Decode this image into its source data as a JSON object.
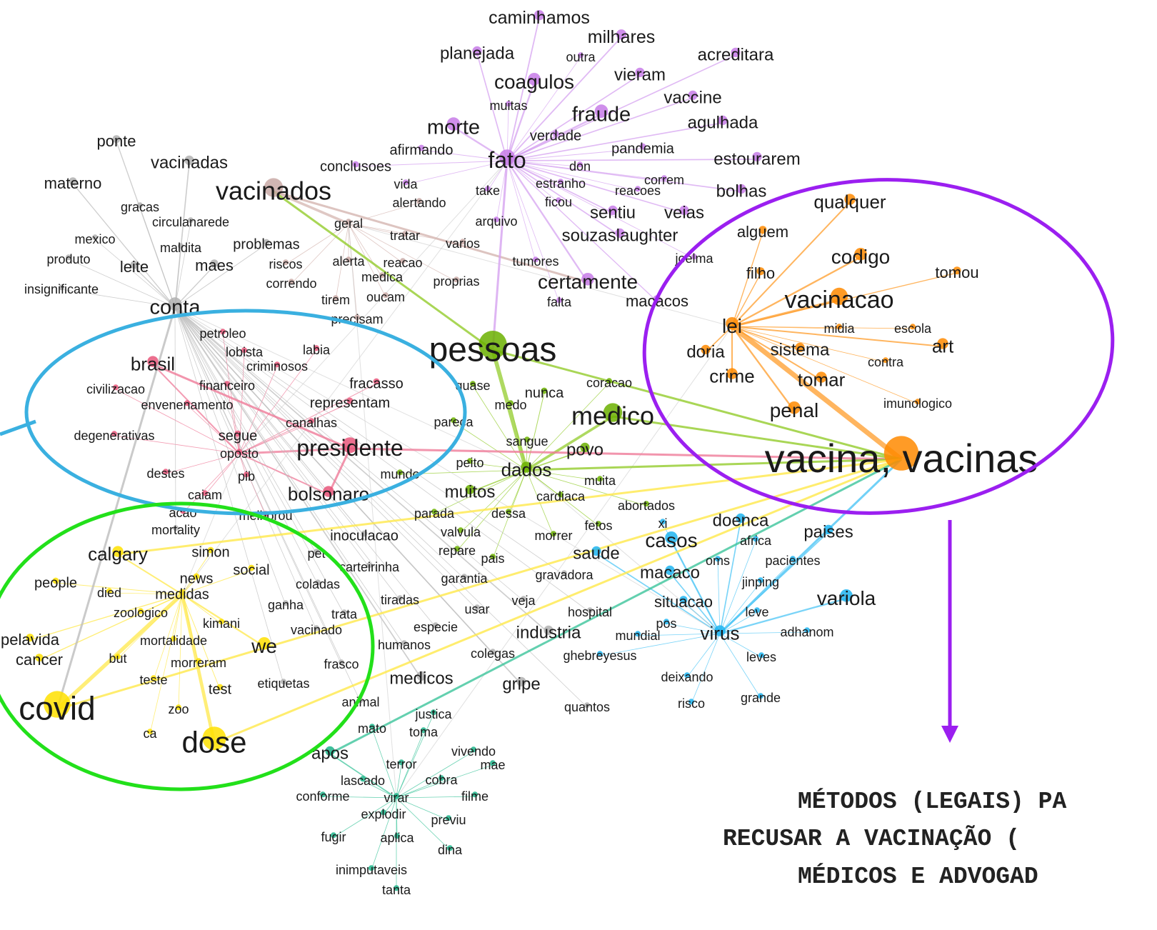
{
  "clusters": {
    "purple": {
      "color": "#c77be8",
      "edge": "#d6a3f0"
    },
    "gray": {
      "color": "#b0b0b0",
      "edge": "#bdbdbd"
    },
    "brown": {
      "color": "#c9a9a6",
      "edge": "#d4b5b0"
    },
    "pink": {
      "color": "#e8567a",
      "edge": "#ef7a98"
    },
    "green": {
      "color": "#6bb000",
      "edge": "#93cc2c"
    },
    "orange": {
      "color": "#ff8a00",
      "edge": "#ff9c2a"
    },
    "yellow": {
      "color": "#ffe100",
      "edge": "#ffe84a"
    },
    "blue": {
      "color": "#1eb4f0",
      "edge": "#4ec6f5"
    },
    "teal": {
      "color": "#1db48a",
      "edge": "#3cc49b"
    }
  },
  "hubs": {
    "purple": "fato",
    "gray": "conta",
    "brown": "geral",
    "pink": "oposto",
    "green": "dados",
    "orange": "lei",
    "yellow": "medidas",
    "blue": "virus",
    "teal": "virar"
  },
  "nodes": [
    {
      "label": "caminhamos",
      "cluster": "purple",
      "size": 25
    },
    {
      "label": "milhares",
      "cluster": "purple",
      "size": 25
    },
    {
      "label": "planejada",
      "cluster": "purple",
      "size": 24
    },
    {
      "label": "outra",
      "cluster": "purple",
      "size": 18
    },
    {
      "label": "acreditara",
      "cluster": "purple",
      "size": 24
    },
    {
      "label": "coagulos",
      "cluster": "purple",
      "size": 28
    },
    {
      "label": "vieram",
      "cluster": "purple",
      "size": 24
    },
    {
      "label": "muitas",
      "cluster": "purple",
      "size": 18
    },
    {
      "label": "vaccine",
      "cluster": "purple",
      "size": 24
    },
    {
      "label": "fraude",
      "cluster": "purple",
      "size": 29
    },
    {
      "label": "morte",
      "cluster": "purple",
      "size": 29
    },
    {
      "label": "verdade",
      "cluster": "purple",
      "size": 20
    },
    {
      "label": "agulhada",
      "cluster": "purple",
      "size": 24
    },
    {
      "label": "afirmando",
      "cluster": "purple",
      "size": 20
    },
    {
      "label": "pandemia",
      "cluster": "purple",
      "size": 20
    },
    {
      "label": "fato",
      "cluster": "purple",
      "size": 32
    },
    {
      "label": "estourarem",
      "cluster": "purple",
      "size": 24
    },
    {
      "label": "conclusoes",
      "cluster": "purple",
      "size": 20
    },
    {
      "label": "don",
      "cluster": "purple",
      "size": 18
    },
    {
      "label": "vida",
      "cluster": "purple",
      "size": 18
    },
    {
      "label": "correm",
      "cluster": "purple",
      "size": 18
    },
    {
      "label": "estranho",
      "cluster": "purple",
      "size": 18
    },
    {
      "label": "reacoes",
      "cluster": "purple",
      "size": 18
    },
    {
      "label": "take",
      "cluster": "purple",
      "size": 18
    },
    {
      "label": "bolhas",
      "cluster": "purple",
      "size": 24
    },
    {
      "label": "ficou",
      "cluster": "purple",
      "size": 18
    },
    {
      "label": "sentiu",
      "cluster": "purple",
      "size": 24
    },
    {
      "label": "veias",
      "cluster": "purple",
      "size": 24
    },
    {
      "label": "arquivo",
      "cluster": "purple",
      "size": 18
    },
    {
      "label": "souzaslaughter",
      "cluster": "purple",
      "size": 24
    },
    {
      "label": "tumores",
      "cluster": "purple",
      "size": 18
    },
    {
      "label": "certamente",
      "cluster": "purple",
      "size": 28
    },
    {
      "label": "joelma",
      "cluster": "purple",
      "size": 18
    },
    {
      "label": "falta",
      "cluster": "purple",
      "size": 18
    },
    {
      "label": "macacos",
      "cluster": "purple",
      "size": 22
    },
    {
      "label": "ponte",
      "cluster": "gray",
      "size": 22
    },
    {
      "label": "vacinadas",
      "cluster": "gray",
      "size": 24
    },
    {
      "label": "materno",
      "cluster": "gray",
      "size": 22
    },
    {
      "label": "gracas",
      "cluster": "gray",
      "size": 18
    },
    {
      "label": "circulanarede",
      "cluster": "gray",
      "size": 18
    },
    {
      "label": "mexico",
      "cluster": "gray",
      "size": 18
    },
    {
      "label": "maldita",
      "cluster": "gray",
      "size": 18
    },
    {
      "label": "problemas",
      "cluster": "gray",
      "size": 20
    },
    {
      "label": "produto",
      "cluster": "gray",
      "size": 18
    },
    {
      "label": "leite",
      "cluster": "gray",
      "size": 22
    },
    {
      "label": "maes",
      "cluster": "gray",
      "size": 22
    },
    {
      "label": "insignificante",
      "cluster": "gray",
      "size": 18
    },
    {
      "label": "conta",
      "cluster": "gray",
      "size": 29
    },
    {
      "label": "vacinados",
      "cluster": "brown",
      "size": 36
    },
    {
      "label": "alertando",
      "cluster": "brown",
      "size": 18
    },
    {
      "label": "geral",
      "cluster": "brown",
      "size": 18
    },
    {
      "label": "tratar",
      "cluster": "brown",
      "size": 18
    },
    {
      "label": "varios",
      "cluster": "brown",
      "size": 18
    },
    {
      "label": "riscos",
      "cluster": "brown",
      "size": 18
    },
    {
      "label": "alerta",
      "cluster": "brown",
      "size": 18
    },
    {
      "label": "reacao",
      "cluster": "brown",
      "size": 18
    },
    {
      "label": "correndo",
      "cluster": "brown",
      "size": 18
    },
    {
      "label": "medica",
      "cluster": "brown",
      "size": 18
    },
    {
      "label": "proprias",
      "cluster": "brown",
      "size": 18
    },
    {
      "label": "tirem",
      "cluster": "brown",
      "size": 18
    },
    {
      "label": "oucam",
      "cluster": "brown",
      "size": 18
    },
    {
      "label": "precisam",
      "cluster": "brown",
      "size": 18
    },
    {
      "label": "petroleo",
      "cluster": "pink",
      "size": 18
    },
    {
      "label": "lobista",
      "cluster": "pink",
      "size": 18
    },
    {
      "label": "labia",
      "cluster": "pink",
      "size": 18
    },
    {
      "label": "brasil",
      "cluster": "pink",
      "size": 26
    },
    {
      "label": "criminosos",
      "cluster": "pink",
      "size": 18
    },
    {
      "label": "fracasso",
      "cluster": "pink",
      "size": 20
    },
    {
      "label": "civilizacao",
      "cluster": "pink",
      "size": 18
    },
    {
      "label": "financeiro",
      "cluster": "pink",
      "size": 18
    },
    {
      "label": "envenenamento",
      "cluster": "pink",
      "size": 18
    },
    {
      "label": "representam",
      "cluster": "pink",
      "size": 20
    },
    {
      "label": "canalhas",
      "cluster": "pink",
      "size": 18
    },
    {
      "label": "degenerativas",
      "cluster": "pink",
      "size": 18
    },
    {
      "label": "segue",
      "cluster": "pink",
      "size": 20
    },
    {
      "label": "oposto",
      "cluster": "pink",
      "size": 18
    },
    {
      "label": "presidente",
      "cluster": "pink",
      "size": 32
    },
    {
      "label": "destes",
      "cluster": "pink",
      "size": 18
    },
    {
      "label": "pib",
      "cluster": "pink",
      "size": 18
    },
    {
      "label": "caiam",
      "cluster": "pink",
      "size": 18
    },
    {
      "label": "bolsonaro",
      "cluster": "pink",
      "size": 26
    },
    {
      "label": "acao",
      "cluster": "pink",
      "size": 18
    },
    {
      "label": "melhorou",
      "cluster": "pink",
      "size": 18
    },
    {
      "label": "mortality",
      "cluster": "gray",
      "size": 18
    },
    {
      "label": "pessoas",
      "cluster": "green",
      "size": 48
    },
    {
      "label": "quase",
      "cluster": "green",
      "size": 18
    },
    {
      "label": "nunca",
      "cluster": "green",
      "size": 20
    },
    {
      "label": "coracao",
      "cluster": "green",
      "size": 18
    },
    {
      "label": "medo",
      "cluster": "green",
      "size": 18
    },
    {
      "label": "pareca",
      "cluster": "green",
      "size": 18
    },
    {
      "label": "medico",
      "cluster": "green",
      "size": 36
    },
    {
      "label": "sangue",
      "cluster": "green",
      "size": 18
    },
    {
      "label": "povo",
      "cluster": "green",
      "size": 24
    },
    {
      "label": "peito",
      "cluster": "green",
      "size": 18
    },
    {
      "label": "mundo",
      "cluster": "green",
      "size": 18
    },
    {
      "label": "dados",
      "cluster": "green",
      "size": 26
    },
    {
      "label": "muita",
      "cluster": "green",
      "size": 18
    },
    {
      "label": "muitos",
      "cluster": "green",
      "size": 24
    },
    {
      "label": "cardiaca",
      "cluster": "green",
      "size": 18
    },
    {
      "label": "parada",
      "cluster": "green",
      "size": 18
    },
    {
      "label": "dessa",
      "cluster": "green",
      "size": 18
    },
    {
      "label": "abortados",
      "cluster": "green",
      "size": 18
    },
    {
      "label": "valvula",
      "cluster": "green",
      "size": 18
    },
    {
      "label": "fetos",
      "cluster": "green",
      "size": 18
    },
    {
      "label": "morrer",
      "cluster": "green",
      "size": 18
    },
    {
      "label": "repare",
      "cluster": "green",
      "size": 18
    },
    {
      "label": "pais",
      "cluster": "green",
      "size": 18
    },
    {
      "label": "inoculacao",
      "cluster": "gray",
      "size": 20
    },
    {
      "label": "qualquer",
      "cluster": "orange",
      "size": 26
    },
    {
      "label": "alguem",
      "cluster": "orange",
      "size": 22
    },
    {
      "label": "codigo",
      "cluster": "orange",
      "size": 28
    },
    {
      "label": "tomou",
      "cluster": "orange",
      "size": 22
    },
    {
      "label": "filho",
      "cluster": "orange",
      "size": 22
    },
    {
      "label": "vacinacao",
      "cluster": "orange",
      "size": 34
    },
    {
      "label": "lei",
      "cluster": "orange",
      "size": 28
    },
    {
      "label": "midia",
      "cluster": "orange",
      "size": 18
    },
    {
      "label": "escola",
      "cluster": "orange",
      "size": 18
    },
    {
      "label": "doria",
      "cluster": "orange",
      "size": 24
    },
    {
      "label": "sistema",
      "cluster": "orange",
      "size": 24
    },
    {
      "label": "art",
      "cluster": "orange",
      "size": 26
    },
    {
      "label": "contra",
      "cluster": "orange",
      "size": 18
    },
    {
      "label": "crime",
      "cluster": "orange",
      "size": 26
    },
    {
      "label": "tomar",
      "cluster": "orange",
      "size": 26
    },
    {
      "label": "imunologico",
      "cluster": "orange",
      "size": 18
    },
    {
      "label": "penal",
      "cluster": "orange",
      "size": 28
    },
    {
      "label": "vacina, vacinas",
      "cluster": "orange",
      "size": 56
    },
    {
      "label": "calgary",
      "cluster": "yellow",
      "size": 26
    },
    {
      "label": "simon",
      "cluster": "yellow",
      "size": 20
    },
    {
      "label": "people",
      "cluster": "yellow",
      "size": 20
    },
    {
      "label": "news",
      "cluster": "yellow",
      "size": 20
    },
    {
      "label": "social",
      "cluster": "yellow",
      "size": 20
    },
    {
      "label": "died",
      "cluster": "yellow",
      "size": 18
    },
    {
      "label": "medidas",
      "cluster": "yellow",
      "size": 20
    },
    {
      "label": "zoologico",
      "cluster": "yellow",
      "size": 18
    },
    {
      "label": "kimani",
      "cluster": "yellow",
      "size": 18
    },
    {
      "label": "pelavida",
      "cluster": "yellow",
      "size": 22
    },
    {
      "label": "mortalidade",
      "cluster": "yellow",
      "size": 18
    },
    {
      "label": "we",
      "cluster": "yellow",
      "size": 28
    },
    {
      "label": "cancer",
      "cluster": "yellow",
      "size": 22
    },
    {
      "label": "but",
      "cluster": "yellow",
      "size": 18
    },
    {
      "label": "morreram",
      "cluster": "yellow",
      "size": 18
    },
    {
      "label": "teste",
      "cluster": "yellow",
      "size": 18
    },
    {
      "label": "test",
      "cluster": "yellow",
      "size": 20
    },
    {
      "label": "covid",
      "cluster": "yellow",
      "size": 46
    },
    {
      "label": "zoo",
      "cluster": "yellow",
      "size": 18
    },
    {
      "label": "ca",
      "cluster": "yellow",
      "size": 18
    },
    {
      "label": "dose",
      "cluster": "yellow",
      "size": 42
    },
    {
      "label": "pet",
      "cluster": "gray",
      "size": 18
    },
    {
      "label": "carteirinha",
      "cluster": "gray",
      "size": 18
    },
    {
      "label": "garantia",
      "cluster": "gray",
      "size": 18
    },
    {
      "label": "coladas",
      "cluster": "gray",
      "size": 18
    },
    {
      "label": "gravadora",
      "cluster": "gray",
      "size": 18
    },
    {
      "label": "tiradas",
      "cluster": "gray",
      "size": 18
    },
    {
      "label": "ganha",
      "cluster": "gray",
      "size": 18
    },
    {
      "label": "usar",
      "cluster": "gray",
      "size": 18
    },
    {
      "label": "veja",
      "cluster": "gray",
      "size": 18
    },
    {
      "label": "hospital",
      "cluster": "gray",
      "size": 18
    },
    {
      "label": "trata",
      "cluster": "gray",
      "size": 18
    },
    {
      "label": "vacinado",
      "cluster": "gray",
      "size": 18
    },
    {
      "label": "especie",
      "cluster": "gray",
      "size": 18
    },
    {
      "label": "industria",
      "cluster": "gray",
      "size": 24
    },
    {
      "label": "humanos",
      "cluster": "gray",
      "size": 18
    },
    {
      "label": "colegas",
      "cluster": "gray",
      "size": 18
    },
    {
      "label": "frasco",
      "cluster": "gray",
      "size": 18
    },
    {
      "label": "etiquetas",
      "cluster": "gray",
      "size": 18
    },
    {
      "label": "medicos",
      "cluster": "gray",
      "size": 24
    },
    {
      "label": "gripe",
      "cluster": "gray",
      "size": 24
    },
    {
      "label": "animal",
      "cluster": "gray",
      "size": 18
    },
    {
      "label": "quantos",
      "cluster": "gray",
      "size": 18
    },
    {
      "label": "saude",
      "cluster": "blue",
      "size": 24
    },
    {
      "label": "doenca",
      "cluster": "blue",
      "size": 24
    },
    {
      "label": "xi",
      "cluster": "blue",
      "size": 18
    },
    {
      "label": "casos",
      "cluster": "blue",
      "size": 28
    },
    {
      "label": "africa",
      "cluster": "blue",
      "size": 18
    },
    {
      "label": "paises",
      "cluster": "blue",
      "size": 24
    },
    {
      "label": "oms",
      "cluster": "blue",
      "size": 18
    },
    {
      "label": "pacientes",
      "cluster": "blue",
      "size": 18
    },
    {
      "label": "macaco",
      "cluster": "blue",
      "size": 24
    },
    {
      "label": "jinping",
      "cluster": "blue",
      "size": 18
    },
    {
      "label": "variola",
      "cluster": "blue",
      "size": 28
    },
    {
      "label": "situacao",
      "cluster": "blue",
      "size": 22
    },
    {
      "label": "leve",
      "cluster": "blue",
      "size": 18
    },
    {
      "label": "pos",
      "cluster": "blue",
      "size": 18
    },
    {
      "label": "mundial",
      "cluster": "blue",
      "size": 18
    },
    {
      "label": "virus",
      "cluster": "blue",
      "size": 26
    },
    {
      "label": "adhanom",
      "cluster": "blue",
      "size": 18
    },
    {
      "label": "ghebreyesus",
      "cluster": "blue",
      "size": 18
    },
    {
      "label": "leves",
      "cluster": "blue",
      "size": 18
    },
    {
      "label": "deixando",
      "cluster": "blue",
      "size": 18
    },
    {
      "label": "risco",
      "cluster": "blue",
      "size": 18
    },
    {
      "label": "grande",
      "cluster": "blue",
      "size": 18
    },
    {
      "label": "justica",
      "cluster": "teal",
      "size": 18
    },
    {
      "label": "mato",
      "cluster": "teal",
      "size": 18
    },
    {
      "label": "toma",
      "cluster": "teal",
      "size": 18
    },
    {
      "label": "apos",
      "cluster": "teal",
      "size": 24
    },
    {
      "label": "vivendo",
      "cluster": "teal",
      "size": 18
    },
    {
      "label": "terror",
      "cluster": "teal",
      "size": 18
    },
    {
      "label": "mae",
      "cluster": "teal",
      "size": 18
    },
    {
      "label": "lascado",
      "cluster": "teal",
      "size": 18
    },
    {
      "label": "cobra",
      "cluster": "teal",
      "size": 18
    },
    {
      "label": "conforme",
      "cluster": "teal",
      "size": 18
    },
    {
      "label": "virar",
      "cluster": "teal",
      "size": 18
    },
    {
      "label": "filme",
      "cluster": "teal",
      "size": 18
    },
    {
      "label": "explodir",
      "cluster": "teal",
      "size": 18
    },
    {
      "label": "previu",
      "cluster": "teal",
      "size": 18
    },
    {
      "label": "fugir",
      "cluster": "teal",
      "size": 18
    },
    {
      "label": "aplica",
      "cluster": "teal",
      "size": 18
    },
    {
      "label": "dina",
      "cluster": "teal",
      "size": 18
    },
    {
      "label": "inimputaveis",
      "cluster": "teal",
      "size": 18
    },
    {
      "label": "tanta",
      "cluster": "teal",
      "size": 18
    }
  ],
  "extra_edges": [
    [
      "presidente",
      "vacina, vacinas"
    ],
    [
      "covid",
      "vacina, vacinas"
    ],
    [
      "dose",
      "vacina, vacinas"
    ],
    [
      "vacinados",
      "certamente"
    ],
    [
      "virus",
      "vacina, vacinas"
    ],
    [
      "pessoas",
      "vacina, vacinas"
    ],
    [
      "medico",
      "vacina, vacinas"
    ],
    [
      "dados",
      "vacina, vacinas"
    ],
    [
      "brasil",
      "presidente"
    ],
    [
      "conta",
      "covid"
    ],
    [
      "apos",
      "vacina, vacinas"
    ],
    [
      "calgary",
      "vacina, vacinas"
    ],
    [
      "pessoas",
      "vacinados"
    ],
    [
      "bolsonaro",
      "presidente"
    ],
    [
      "fato",
      "pessoas"
    ]
  ],
  "highlights": [
    {
      "cluster": "pink",
      "color": "#3ab0e0"
    },
    {
      "cluster": "yellow",
      "color": "#22e01a"
    },
    {
      "cluster": "orange",
      "color": "#9b1ff0"
    }
  ],
  "caption": {
    "line1": "MÉTODOS (LEGAIS) PA",
    "line2": "RECUSAR A VACINAÇÃO (",
    "line3": "MÉDICOS E ADVOGAD",
    "arrow_color": "#9b1ff0"
  }
}
